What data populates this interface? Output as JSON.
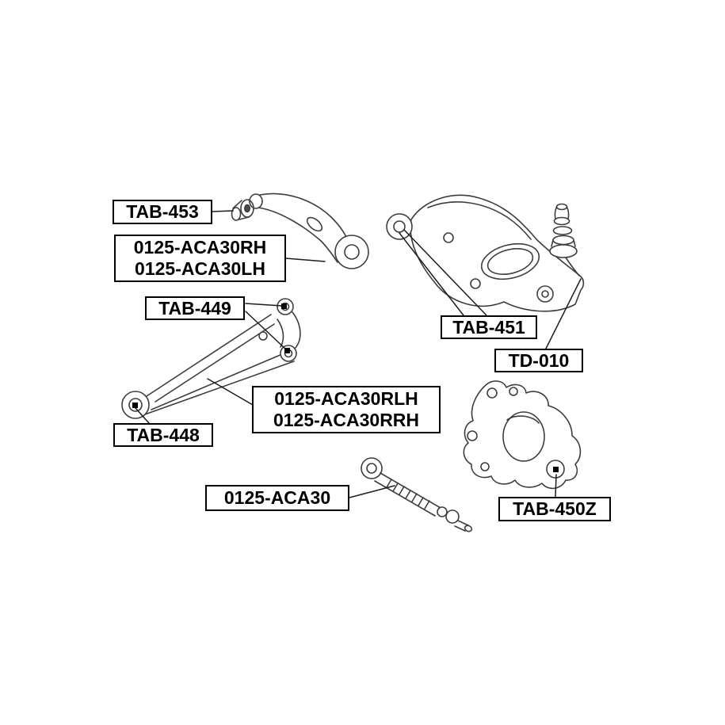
{
  "page": {
    "background_color": "#ffffff",
    "ink_color": "#000000",
    "drawing_line_color": "#3d3d3d",
    "description_of_image": "Automotive rear suspension parts line diagram with boxed part-number callouts"
  },
  "labels": {
    "tab_453": "TAB-453",
    "part_0125_rh": "0125-ACA30RH",
    "part_0125_lh": "0125-ACA30LH",
    "tab_449": "TAB-449",
    "tab_451": "TAB-451",
    "td_010": "TD-010",
    "part_0125_rlh": "0125-ACA30RLH",
    "part_0125_rrh": "0125-ACA30RRH",
    "tab_448": "TAB-448",
    "part_0125": "0125-ACA30",
    "tab_450z": "TAB-450Z"
  },
  "drawings": [
    "small-bushing",
    "upper-control-arm",
    "rear-lower-control-arm",
    "bump-stop-boot",
    "trailing-arm",
    "steering-knuckle",
    "lateral-control-rod"
  ]
}
